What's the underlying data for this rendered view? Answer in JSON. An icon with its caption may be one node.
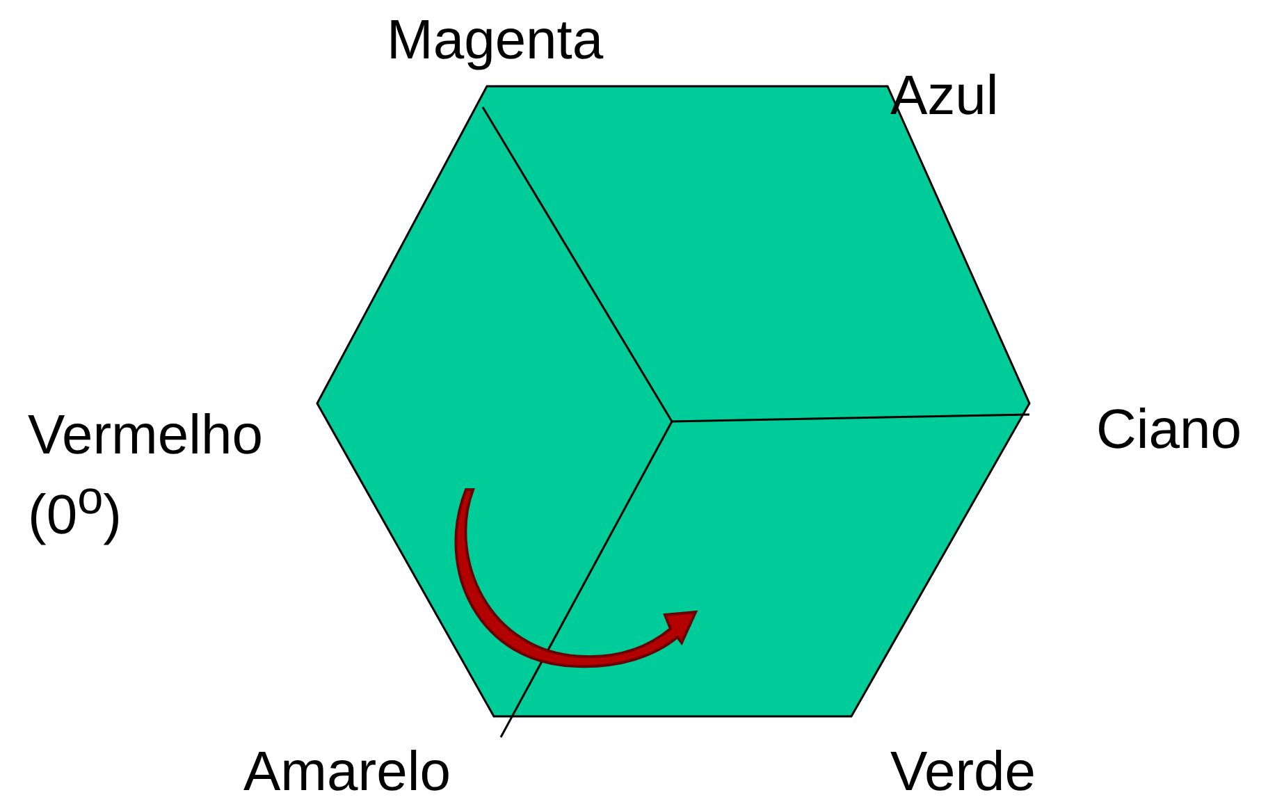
{
  "diagram": {
    "labels": [
      "Magenta",
      "Azul",
      "Vermelho (0$^{o}$)",
      "Ciano",
      "Amarelo",
      "Verde"
    ]
  }
}
